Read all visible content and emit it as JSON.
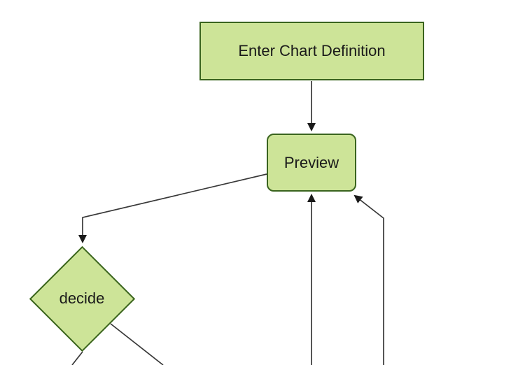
{
  "diagram": {
    "type": "flowchart",
    "orientation": "top-down",
    "colors": {
      "background": "#ffffff",
      "node_fill": "#cde498",
      "node_border": "#3a641e",
      "edge_line": "#383838",
      "arrowhead": "#1a1a1a",
      "label_text": "#1a1a1a"
    },
    "nodes": [
      {
        "id": "enter-chart-definition",
        "shape": "rectangle",
        "label": "Enter Chart Definition"
      },
      {
        "id": "preview",
        "shape": "rounded-rectangle",
        "label": "Preview"
      },
      {
        "id": "decide",
        "shape": "diamond",
        "label": "decide"
      }
    ],
    "edges": [
      {
        "from": "enter-chart-definition",
        "to": "preview",
        "arrowhead": true
      },
      {
        "from": "preview",
        "to": "decide",
        "arrowhead": true
      },
      {
        "from": "off-screen-below-center",
        "to": "preview",
        "arrowhead": true
      },
      {
        "from": "off-screen-below-right",
        "to": "preview",
        "arrowhead": true
      },
      {
        "from": "decide",
        "to": "off-screen-below-left",
        "arrowhead": false
      },
      {
        "from": "decide",
        "to": "off-screen-below-right",
        "arrowhead": false
      }
    ]
  }
}
